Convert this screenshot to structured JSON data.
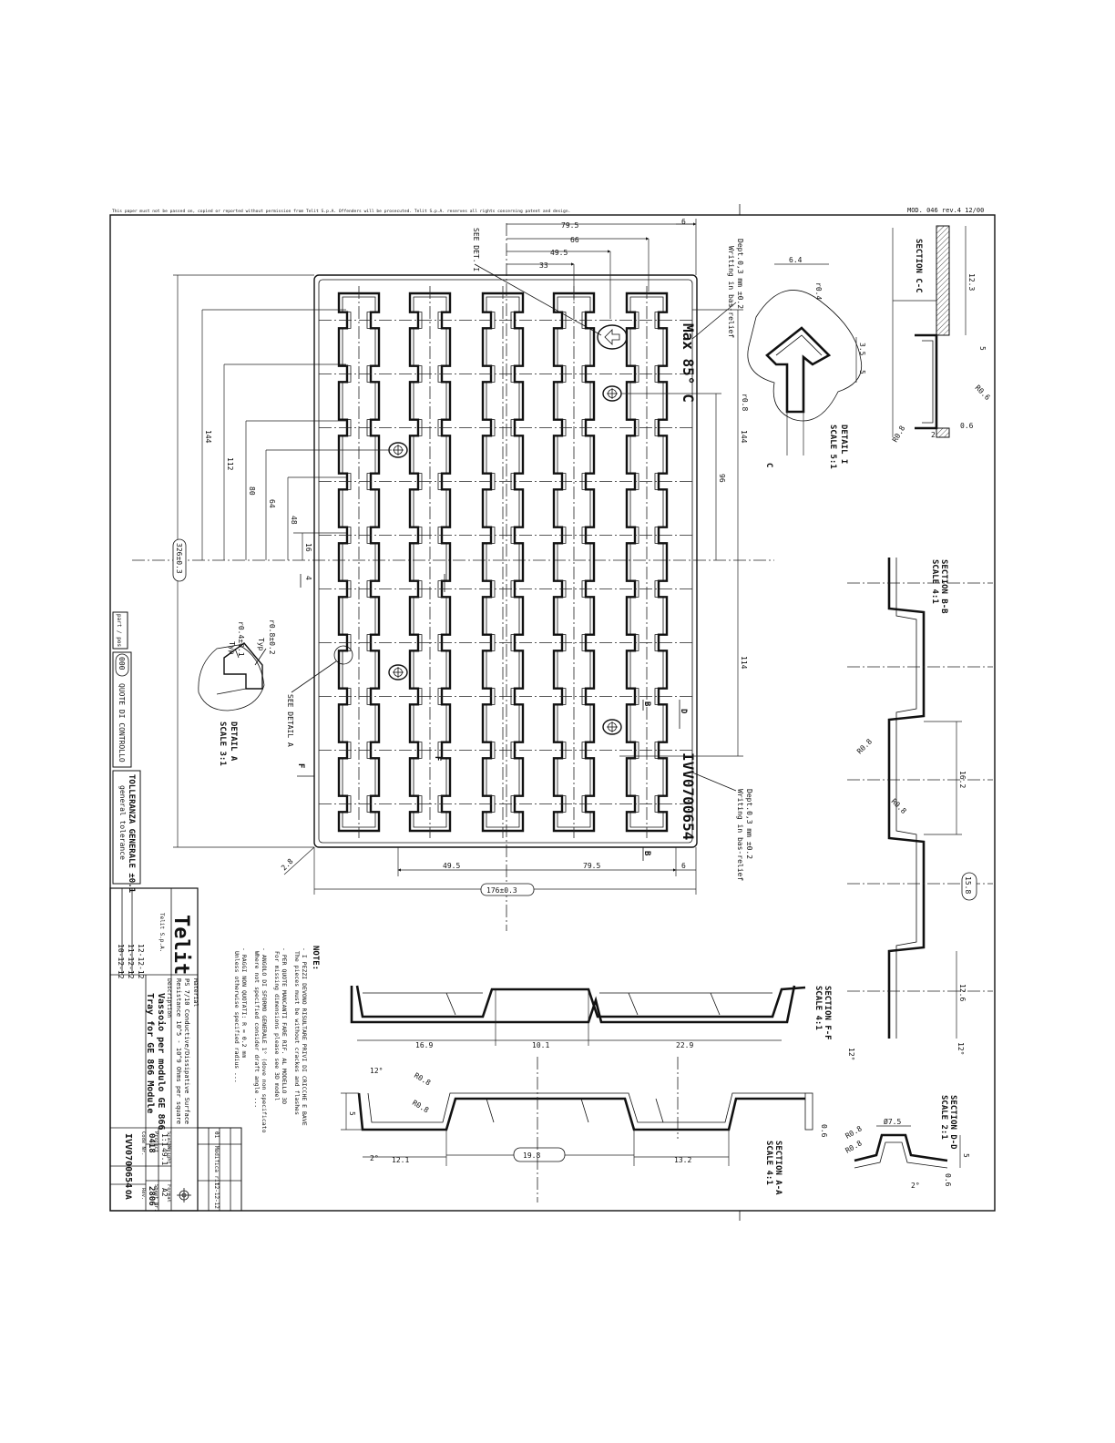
{
  "header": {
    "notice": "This paper must not be passed on, copied or reported without permission from Telit S.p.A. Offenders will be prosecuted. Telit S.p.A. reserves all rights concerning patent and design.",
    "form_ref": "MOD. 046 rev.4 12/00"
  },
  "top_dims": [
    "79.5",
    "66",
    "49.5",
    "33",
    "6"
  ],
  "bottom_dims": [
    "49.5",
    "79.5",
    "6"
  ],
  "left_dims": [
    "144",
    "112",
    "80",
    "64",
    "48",
    "16",
    "4"
  ],
  "right_dims": [
    "144",
    "96",
    "114"
  ],
  "overall": {
    "length": "326±0.3",
    "width": "176±0.3",
    "radius": "2.8"
  },
  "writing_top": {
    "text": "Max 85° C",
    "note_1": "Writing in bas-relief",
    "note_2": "Dept.0,3 mm ±0.2"
  },
  "writing_bottom": {
    "text": "IVV0700654",
    "note_1": "Writing in bas-relief",
    "note_2": "Dept.0,3 mm ±0.2"
  },
  "callouts": {
    "see_det_i": "SEE DET. I",
    "see_detail_a": "SEE DETAIL A"
  },
  "section_marks": {
    "b": "B",
    "d": "D",
    "f": "F"
  },
  "detail_i": {
    "title": "DETAIL I",
    "scale": "SCALE 5:1",
    "dims": [
      "6.4",
      "r0.4",
      "3.5",
      "5",
      "r0.8",
      "C"
    ]
  },
  "detail_a": {
    "title": "DETAIL A",
    "scale": "SCALE 3:1",
    "dims": [
      "r0.8±0.2",
      "Typ",
      "r0.4±0.1",
      "Typ"
    ]
  },
  "section_cc": {
    "title": "SECTION C-C",
    "dims": [
      "12.3",
      "5",
      "R0.6",
      "R0.8",
      "2",
      "0.6"
    ]
  },
  "section_bb": {
    "title": "SECTION B-B",
    "scale": "SCALE 4:1",
    "dims": [
      "R0.8",
      "R0.8",
      "16.2",
      "15.8",
      "12.6",
      "12°"
    ]
  },
  "section_ff": {
    "title": "SECTION F-F",
    "scale": "SCALE 4:1",
    "dims": [
      "16.9",
      "10.1",
      "22.9",
      "12°"
    ]
  },
  "section_aa": {
    "title": "SECTION A-A",
    "scale": "SCALE 4:1",
    "dims": [
      "12.1",
      "19.8",
      "13.2",
      "5",
      "0.6",
      "R0.8",
      "R0.8",
      "12°",
      "2°"
    ]
  },
  "section_dd": {
    "title": "SECTION D-D",
    "scale": "SCALE 2:1",
    "dims": [
      "Ø7.5",
      "R0.8",
      "R0.8",
      "0.6",
      "5",
      "2°"
    ]
  },
  "tolerance": {
    "title": "TOLLERANZA GENERALE ±0.1",
    "subtitle": "general tolerance",
    "control_code": "000",
    "control_label": "QUOTE DI CONTROLLO",
    "part_ref": "part / pos"
  },
  "notes": {
    "title": "NOTE:",
    "lines": [
      "- I PEZZI DEVONO RISULTARE PRIVI DI CRICCHE E BAVE",
      "The pieces must be without crackes and flashes",
      "- PER QUOTE MANCANTI FARE RIF. AL MODELLO 3D",
      "For missing dimensions please see 3D model",
      "- ANGOLO DI SFORMO GENERALE 1° (dove non specificato",
      "Where not specified consider draft angle ...",
      "- RAGGI NON QUOTATI: R = 0.2 mm",
      "Unless otherwise specified radius ..."
    ]
  },
  "title_block": {
    "company": "Telit",
    "company_sub": "Telit S.p.A.",
    "material_label": "Material",
    "material_1": "PS 7/10 Conductive/Dissipative Surface",
    "material_2": "Resistance 10^5 - 10^9 Ohms per square",
    "description_label": "Description",
    "description_it": "Vassoio per modulo GE 866",
    "description_en": "Tray for GE 866 Module",
    "date_1": "12-12-12",
    "date_2": "11-12-12",
    "date_3": "10-12-12",
    "scale_label": "Scale",
    "scale": "1:1",
    "weight_label": "Weight",
    "weight": "49.1",
    "format_label": "Format",
    "format": "A2",
    "project_label": "Project",
    "project": "0418",
    "sheet_label": "Sheet Nr.",
    "sheet": "2806",
    "code_label": "Code Nr.",
    "code": "IVV0700654",
    "rev_label": "Rev.",
    "rev": "OA",
    "rev_date": "12-12-12",
    "rev_row": "01",
    "rev_desc": "Modifica rif."
  }
}
